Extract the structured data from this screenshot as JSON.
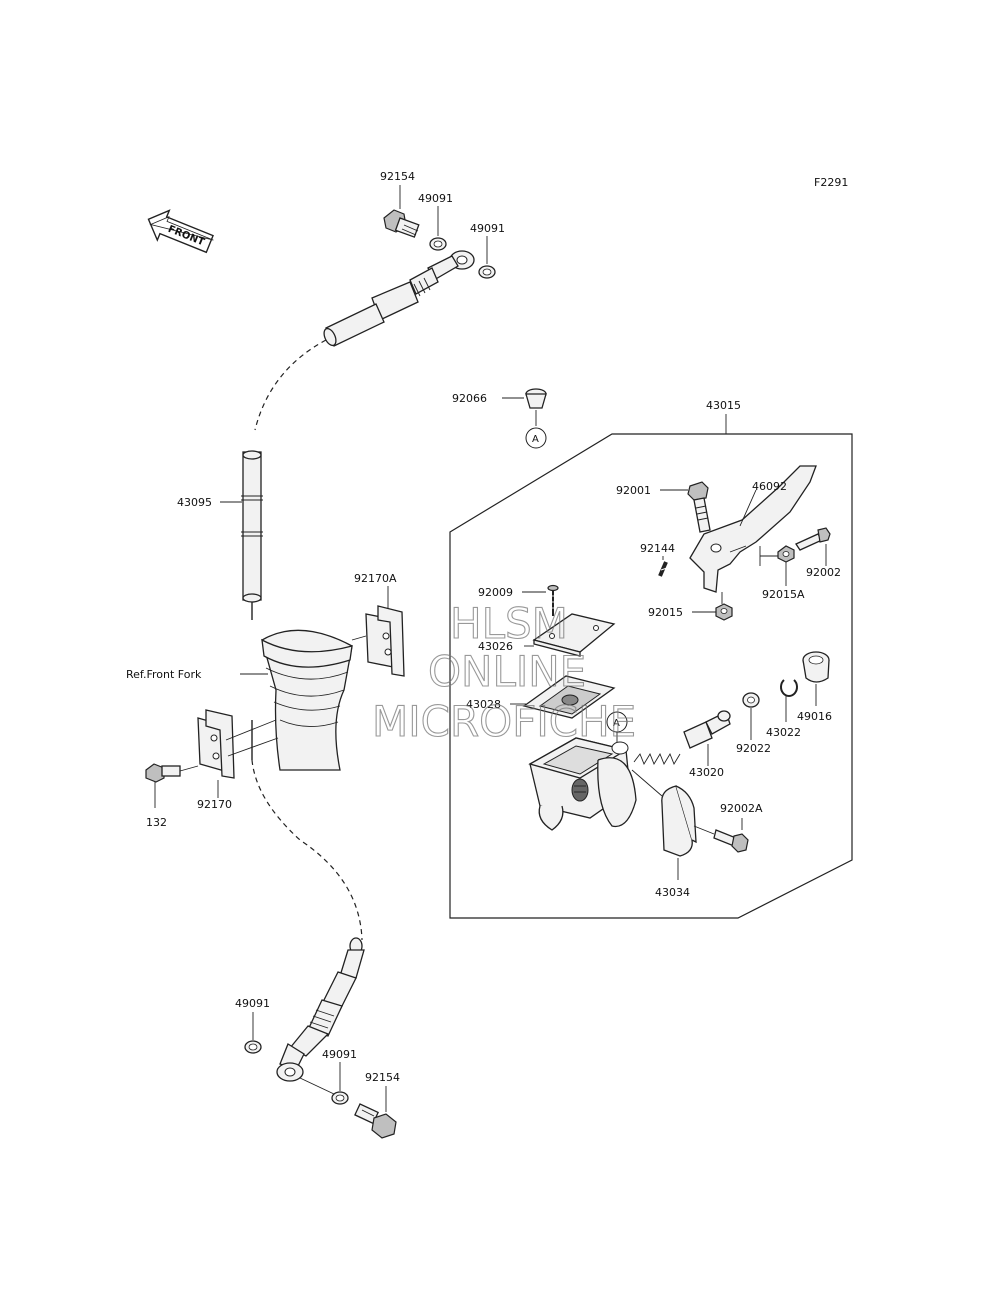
{
  "figure_code": "F2291",
  "front_arrow_label": "FRONT",
  "ref_label": "Ref.Front Fork",
  "marker_label": "A",
  "watermark": [
    "HLSM",
    "ONLINE",
    "MICROFICHE"
  ],
  "parts": {
    "p92154_top": "92154",
    "p49091_top_a": "49091",
    "p49091_top_b": "49091",
    "p43095": "43095",
    "p92170A": "92170A",
    "p132": "132",
    "p92170": "92170",
    "p49091_bot_a": "49091",
    "p49091_bot_b": "49091",
    "p92154_bot": "92154",
    "p92066": "92066",
    "p43015": "43015",
    "p92001": "92001",
    "p46092": "46092",
    "p92144": "92144",
    "p92002": "92002",
    "p92015A": "92015A",
    "p92015": "92015",
    "p92009": "92009",
    "p43026": "43026",
    "p43028": "43028",
    "p49016": "49016",
    "p43022": "43022",
    "p92022": "92022",
    "p43020": "43020",
    "p92002A": "92002A",
    "p43034": "43034"
  }
}
